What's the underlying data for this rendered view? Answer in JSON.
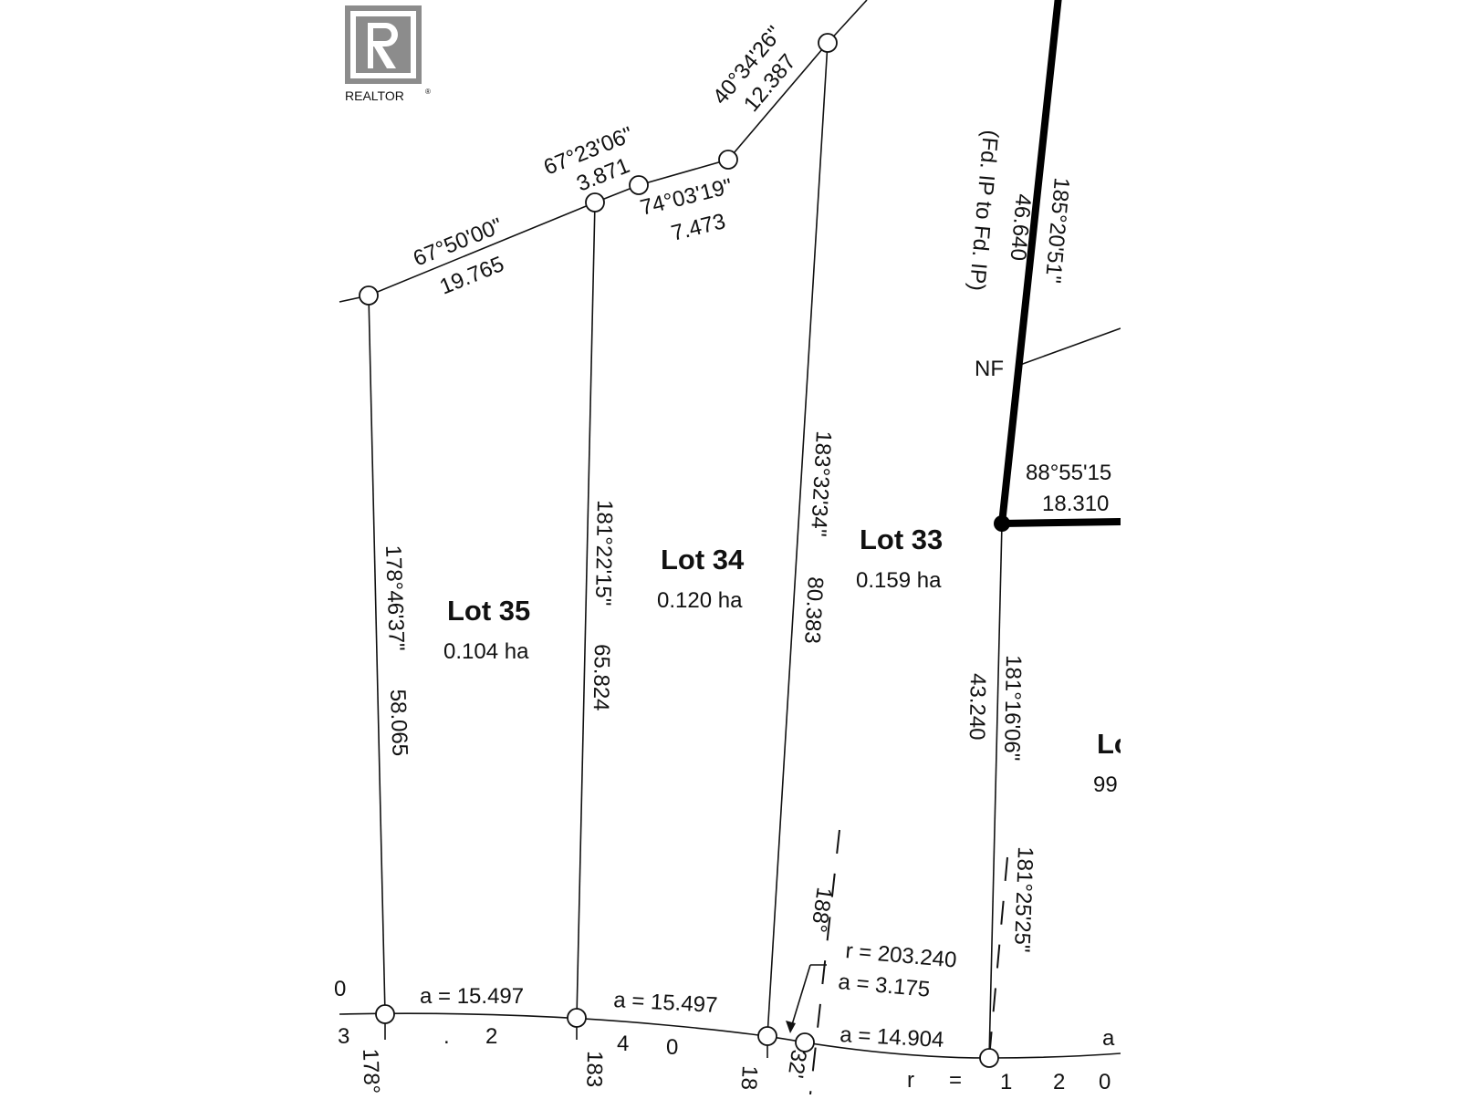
{
  "logo": {
    "text": "REALTOR",
    "mark": "®",
    "color": "#8c8c8c"
  },
  "lots": [
    {
      "name": "Lot 35",
      "area": "0.104 ha"
    },
    {
      "name": "Lot 34",
      "area": "0.120 ha"
    },
    {
      "name": "Lot 33",
      "area": "0.159 ha"
    },
    {
      "name": "Lo",
      "area": "99"
    }
  ],
  "north_boundary": [
    {
      "bearing": "67°50'00\"",
      "distance": "19.765"
    },
    {
      "bearing": "67°23'06\"",
      "distance": "3.871"
    },
    {
      "bearing": "74°03'19\"",
      "distance": "7.473"
    },
    {
      "bearing": "40°34'26\"",
      "distance": "12.387"
    }
  ],
  "side_lines": [
    {
      "bearing": "178°46'37\"",
      "distance": "58.065"
    },
    {
      "bearing": "181°22'15\"",
      "distance": "65.824"
    },
    {
      "bearing": "183°32'34\"",
      "distance": "80.383"
    },
    {
      "bearing": "181°16'06\"",
      "distance": "43.240"
    }
  ],
  "thick_line": {
    "bearing": "185°20'51\"",
    "distance": "46.640",
    "note": "(Fd. IP to Fd. IP)"
  },
  "east_line": {
    "bearing": "88°55'15",
    "distance": "18.310"
  },
  "nf_label": "NF",
  "road_dashed": {
    "bearing_1": "181°25'25\"",
    "bearing_2": "188°"
  },
  "curve": {
    "arcs": [
      "a = 15.497",
      "a = 15.497",
      "a = 14.904"
    ],
    "radius": "r = 203.240",
    "small_arc": "a = 3.175",
    "bottom_fragments": [
      "3",
      ".",
      "2",
      "4",
      "0",
      "r",
      "=",
      "1",
      "2",
      "0",
      "a",
      "0"
    ],
    "bottom_bearings": [
      "178°",
      "183",
      "18",
      "32'"
    ]
  }
}
